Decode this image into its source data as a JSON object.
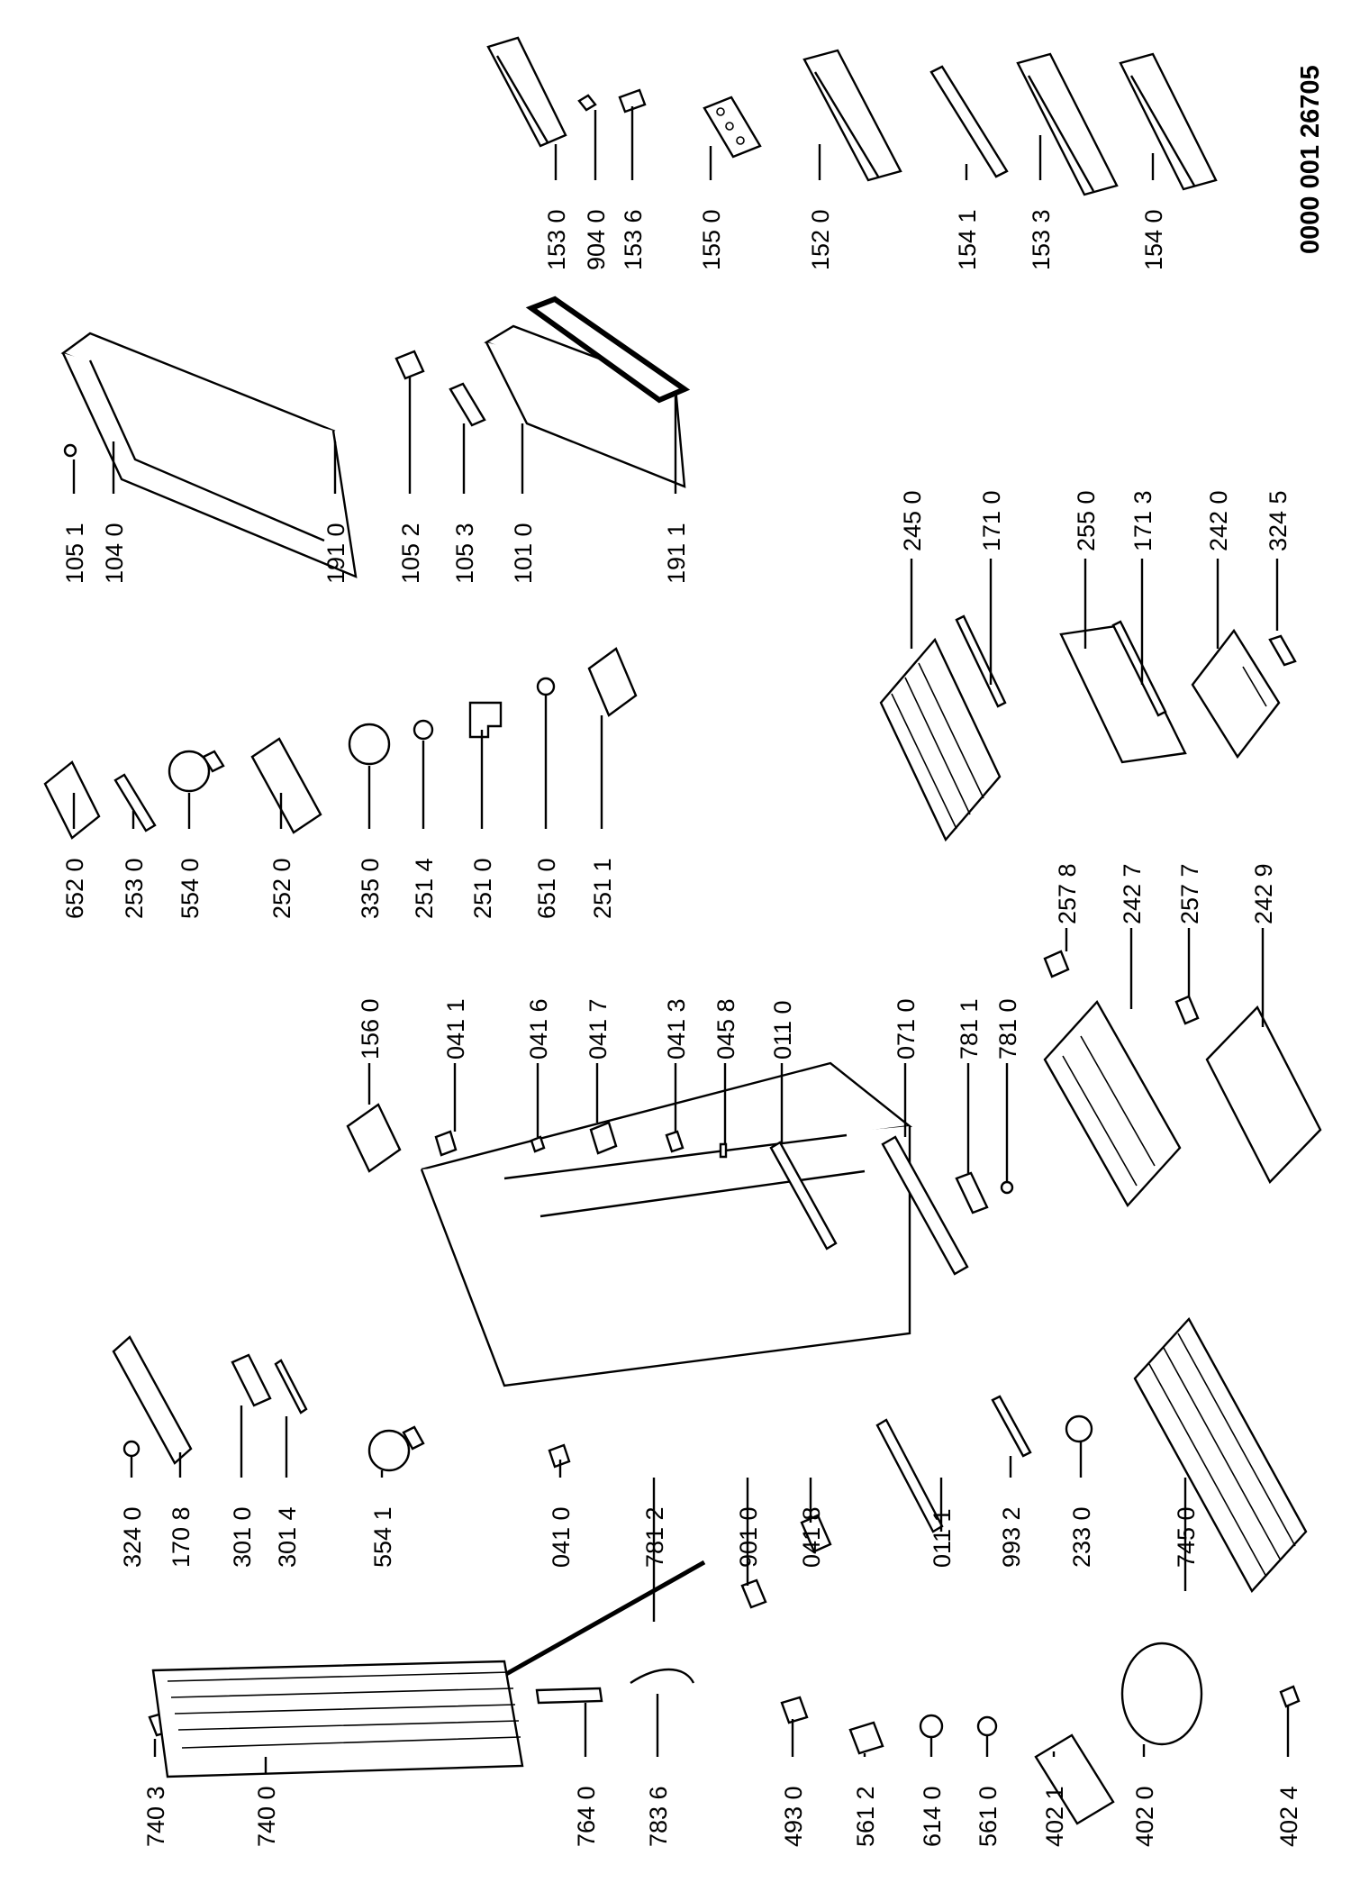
{
  "document": {
    "code": "0000 001 26705"
  },
  "parts": [
    {
      "id": "153_0",
      "label": "153 0"
    },
    {
      "id": "904_0",
      "label": "904 0"
    },
    {
      "id": "153_6",
      "label": "153 6"
    },
    {
      "id": "155_0",
      "label": "155 0"
    },
    {
      "id": "152_0",
      "label": "152 0"
    },
    {
      "id": "154_1",
      "label": "154 1"
    },
    {
      "id": "153_3",
      "label": "153 3"
    },
    {
      "id": "154_0",
      "label": "154 0"
    },
    {
      "id": "105_1",
      "label": "105 1"
    },
    {
      "id": "104_0",
      "label": "104 0"
    },
    {
      "id": "191_0",
      "label": "191 0"
    },
    {
      "id": "105_2",
      "label": "105 2"
    },
    {
      "id": "105_3",
      "label": "105 3"
    },
    {
      "id": "101_0",
      "label": "101 0"
    },
    {
      "id": "191_1",
      "label": "191 1"
    },
    {
      "id": "245_0",
      "label": "245 0"
    },
    {
      "id": "171_0",
      "label": "171 0"
    },
    {
      "id": "255_0",
      "label": "255 0"
    },
    {
      "id": "171_3",
      "label": "171 3"
    },
    {
      "id": "242_0",
      "label": "242 0"
    },
    {
      "id": "324_5",
      "label": "324 5"
    },
    {
      "id": "652_0",
      "label": "652 0"
    },
    {
      "id": "253_0",
      "label": "253 0"
    },
    {
      "id": "554_0",
      "label": "554 0"
    },
    {
      "id": "252_0",
      "label": "252 0"
    },
    {
      "id": "335_0",
      "label": "335 0"
    },
    {
      "id": "251_4",
      "label": "251 4"
    },
    {
      "id": "251_0",
      "label": "251 0"
    },
    {
      "id": "651_0",
      "label": "651 0"
    },
    {
      "id": "251_1",
      "label": "251 1"
    },
    {
      "id": "257_8",
      "label": "257 8"
    },
    {
      "id": "242_7",
      "label": "242 7"
    },
    {
      "id": "257_7",
      "label": "257 7"
    },
    {
      "id": "242_9",
      "label": "242 9"
    },
    {
      "id": "156_0",
      "label": "156 0"
    },
    {
      "id": "041_1",
      "label": "041 1"
    },
    {
      "id": "041_6",
      "label": "041 6"
    },
    {
      "id": "041_7",
      "label": "041 7"
    },
    {
      "id": "041_3",
      "label": "041 3"
    },
    {
      "id": "045_8",
      "label": "045 8"
    },
    {
      "id": "011_0",
      "label": "011 0"
    },
    {
      "id": "071_0",
      "label": "071 0"
    },
    {
      "id": "781_1",
      "label": "781 1"
    },
    {
      "id": "781_0",
      "label": "781 0"
    },
    {
      "id": "324_0",
      "label": "324 0"
    },
    {
      "id": "170_8",
      "label": "170 8"
    },
    {
      "id": "301_0",
      "label": "301 0"
    },
    {
      "id": "301_4",
      "label": "301 4"
    },
    {
      "id": "554_1",
      "label": "554 1"
    },
    {
      "id": "041_0",
      "label": "041 0"
    },
    {
      "id": "781_2",
      "label": "781 2"
    },
    {
      "id": "901_0",
      "label": "901 0"
    },
    {
      "id": "041_8",
      "label": "041 8"
    },
    {
      "id": "011_1",
      "label": "011 1"
    },
    {
      "id": "993_2",
      "label": "993 2"
    },
    {
      "id": "233_0",
      "label": "233 0"
    },
    {
      "id": "745_0",
      "label": "745 0"
    },
    {
      "id": "740_3",
      "label": "740 3"
    },
    {
      "id": "740_0",
      "label": "740 0"
    },
    {
      "id": "764_0",
      "label": "764 0"
    },
    {
      "id": "783_6",
      "label": "783 6"
    },
    {
      "id": "493_0",
      "label": "493 0"
    },
    {
      "id": "561_2",
      "label": "561 2"
    },
    {
      "id": "614_0",
      "label": "614 0"
    },
    {
      "id": "561_0",
      "label": "561 0"
    },
    {
      "id": "402_1",
      "label": "402 1"
    },
    {
      "id": "402_0",
      "label": "402 0"
    },
    {
      "id": "402_4",
      "label": "402 4"
    }
  ]
}
